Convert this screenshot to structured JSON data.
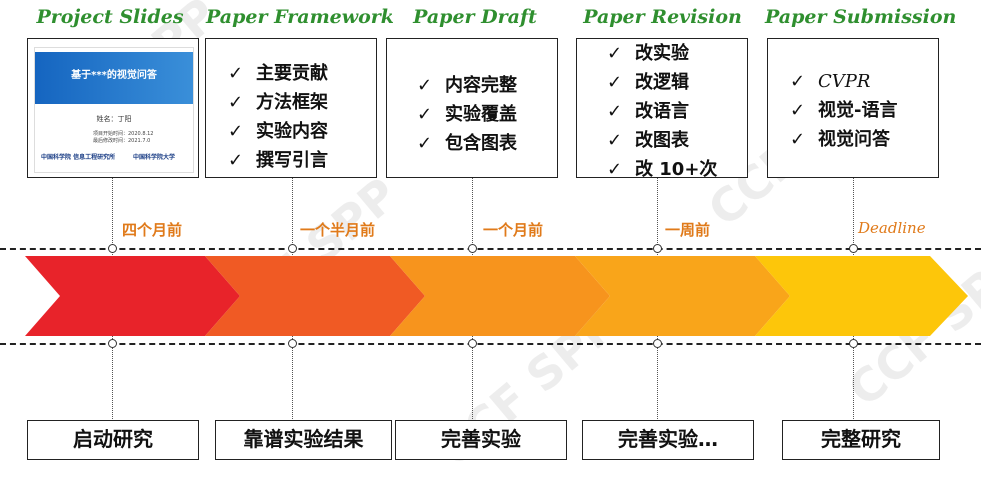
{
  "stages": [
    {
      "title": "Project Slides"
    },
    {
      "title": "Paper  Framework",
      "items": [
        "主要贡献",
        "方法框架",
        "实验内容",
        "撰写引言"
      ]
    },
    {
      "title": "Paper  Draft",
      "items": [
        "内容完整",
        "实验覆盖",
        "包含图表"
      ]
    },
    {
      "title": "Paper  Revision",
      "items": [
        "改实验",
        "改逻辑",
        "改语言",
        "改图表",
        "改 10+次"
      ]
    },
    {
      "title": "Paper  Submission",
      "items": [
        "CVPR",
        "视觉-语言",
        "视觉问答"
      ]
    }
  ],
  "check_mark": "✓",
  "slide": {
    "title": "基于***的视觉问答",
    "author": "姓名：丁阳",
    "date1": "项目开始时间：2020.8.12",
    "date2": "最后修改时间：2021.7.0",
    "logo_left": "中国科学院 信息工程研究所",
    "logo_right": "中国科学院大学"
  },
  "timeline": [
    "四个月前",
    "一个半月前",
    "一个月前",
    "一周前",
    "Deadline"
  ],
  "phases": [
    "启动研究",
    "靠谱实验结果",
    "完善实验",
    "完善实验…",
    "完整研究"
  ],
  "watermark": "CCF SPP",
  "colors": {
    "title_green": "#2f8f2f",
    "time_orange": "#e07a1a",
    "arrows": [
      "#e8232a",
      "#f05a24",
      "#f7941d",
      "#f9a51a",
      "#fdc60a"
    ]
  }
}
